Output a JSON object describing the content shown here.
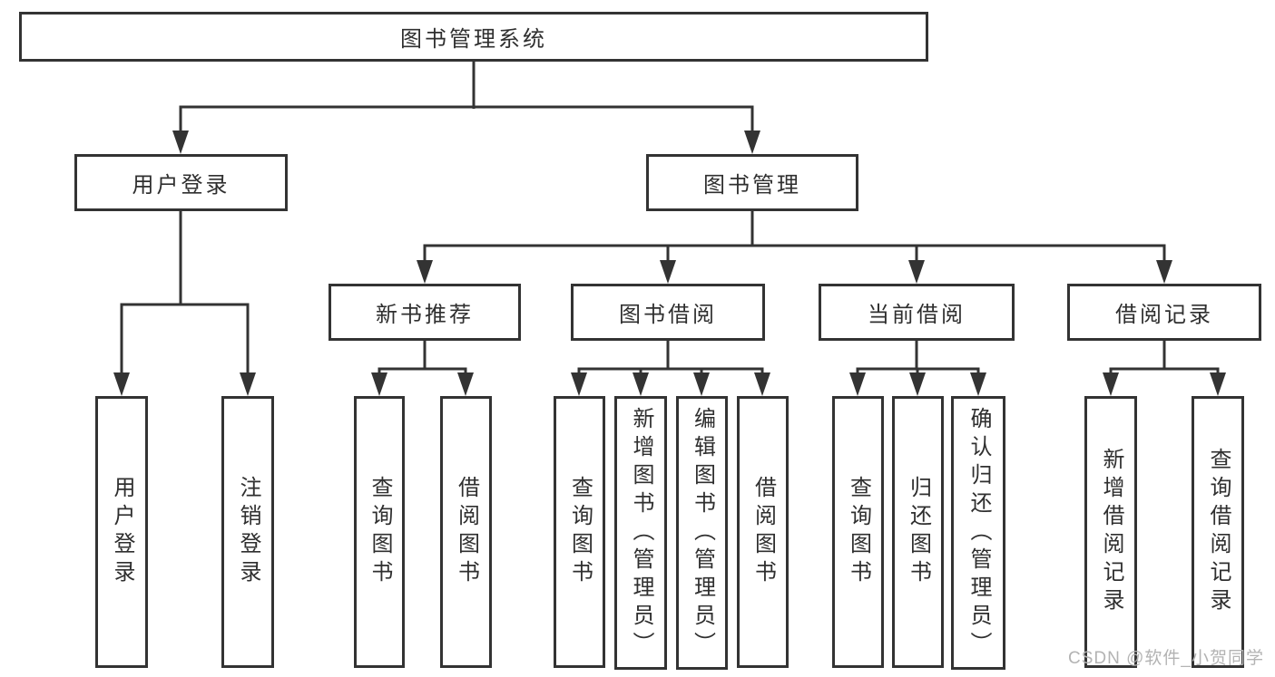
{
  "diagram": {
    "root": {
      "label": "图书管理系统"
    },
    "level2": [
      {
        "label": "用户登录"
      },
      {
        "label": "图书管理"
      }
    ],
    "level3": [
      {
        "label": "新书推荐"
      },
      {
        "label": "图书借阅"
      },
      {
        "label": "当前借阅"
      },
      {
        "label": "借阅记录"
      }
    ],
    "leaves": [
      {
        "label": "用户登录"
      },
      {
        "label": "注销登录"
      },
      {
        "label": "查询图书"
      },
      {
        "label": "借阅图书"
      },
      {
        "label": "查询图书"
      },
      {
        "label": "新增图书（管理员）"
      },
      {
        "label": "编辑图书（管理员）"
      },
      {
        "label": "借阅图书"
      },
      {
        "label": "查询图书"
      },
      {
        "label": "归还图书"
      },
      {
        "label": "确认归还（管理员）"
      },
      {
        "label": "新增借阅记录"
      },
      {
        "label": "查询借阅记录"
      }
    ],
    "watermark": "CSDN @软件_小贺同学",
    "colors": {
      "line": "#333333",
      "box_border": "#333333",
      "box_fill": "#ffffff",
      "text": "#2f2f2f",
      "watermark": "#b3b3b3",
      "background": "#ffffff"
    }
  }
}
